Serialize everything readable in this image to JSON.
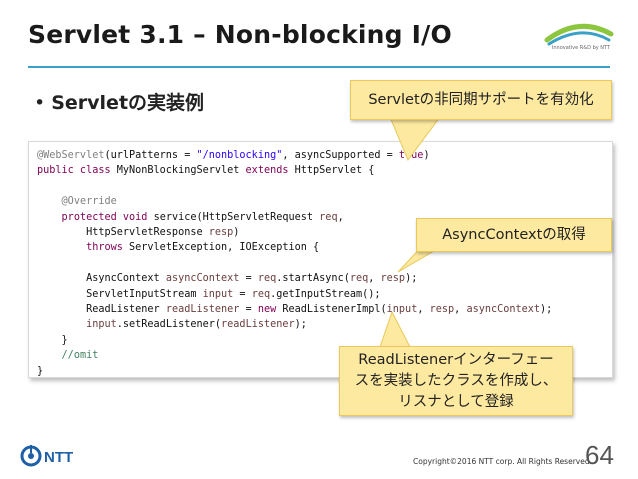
{
  "slide": {
    "title": "Servlet 3.1 – Non-blocking I/O",
    "logo_text": "Innovative R&D by NTT",
    "bullet_mark": "•",
    "bullet_text": "Servletの実装例",
    "brand_color": "#3aa0c8",
    "callout_color": "#fde9a0"
  },
  "code": {
    "lines": [
      [
        [
          "ann",
          "@WebServlet"
        ],
        [
          "pl",
          "(urlPatterns = "
        ],
        [
          "str",
          "\"/nonblocking\""
        ],
        [
          "pl",
          ", asyncSupported = "
        ],
        [
          "kw",
          "true"
        ],
        [
          "pl",
          ")"
        ]
      ],
      [
        [
          "kw",
          "public class "
        ],
        [
          "pl",
          "MyNonBlockingServlet "
        ],
        [
          "kw",
          "extends "
        ],
        [
          "pl",
          "HttpServlet {"
        ]
      ],
      [
        [
          "pl",
          ""
        ]
      ],
      [
        [
          "pl",
          "    "
        ],
        [
          "ann",
          "@Override"
        ]
      ],
      [
        [
          "pl",
          "    "
        ],
        [
          "kw",
          "protected void "
        ],
        [
          "pl",
          "service(HttpServletRequest "
        ],
        [
          "par",
          "req"
        ],
        [
          "pl",
          ","
        ]
      ],
      [
        [
          "pl",
          "        HttpServletResponse "
        ],
        [
          "par",
          "resp"
        ],
        [
          "pl",
          ")"
        ]
      ],
      [
        [
          "pl",
          "        "
        ],
        [
          "kw",
          "throws "
        ],
        [
          "pl",
          "ServletException, IOException {"
        ]
      ],
      [
        [
          "pl",
          ""
        ]
      ],
      [
        [
          "pl",
          "        AsyncContext "
        ],
        [
          "par",
          "asyncContext"
        ],
        [
          "pl",
          " = "
        ],
        [
          "par",
          "req"
        ],
        [
          "pl",
          ".startAsync("
        ],
        [
          "par",
          "req"
        ],
        [
          "pl",
          ", "
        ],
        [
          "par",
          "resp"
        ],
        [
          "pl",
          ");"
        ]
      ],
      [
        [
          "pl",
          "        ServletInputStream "
        ],
        [
          "par",
          "input"
        ],
        [
          "pl",
          " = "
        ],
        [
          "par",
          "req"
        ],
        [
          "pl",
          ".getInputStream();"
        ]
      ],
      [
        [
          "pl",
          "        ReadListener "
        ],
        [
          "par",
          "readListener"
        ],
        [
          "pl",
          " = "
        ],
        [
          "kw",
          "new "
        ],
        [
          "pl",
          "ReadListenerImpl("
        ],
        [
          "par",
          "input"
        ],
        [
          "pl",
          ", "
        ],
        [
          "par",
          "resp"
        ],
        [
          "pl",
          ", "
        ],
        [
          "par",
          "asyncContext"
        ],
        [
          "pl",
          ");"
        ]
      ],
      [
        [
          "pl",
          "        "
        ],
        [
          "par",
          "input"
        ],
        [
          "pl",
          ".setReadListener("
        ],
        [
          "par",
          "readListener"
        ],
        [
          "pl",
          ");"
        ]
      ],
      [
        [
          "pl",
          "    }"
        ]
      ],
      [
        [
          "pl",
          "    "
        ],
        [
          "cmt",
          "//omit"
        ]
      ],
      [
        [
          "pl",
          "}"
        ]
      ]
    ]
  },
  "callouts": {
    "async_support": "Servletの非同期サポートを有効化",
    "async_context": "AsyncContextの取得",
    "read_listener_lines": [
      "ReadListenerインターフェー",
      "スを実装したクラスを作成し、",
      "リスナとして登録"
    ]
  },
  "footer": {
    "brand": "NTT",
    "copyright": "Copyright©2016  NTT corp. All Rights Reserved.",
    "page_number": "64"
  }
}
